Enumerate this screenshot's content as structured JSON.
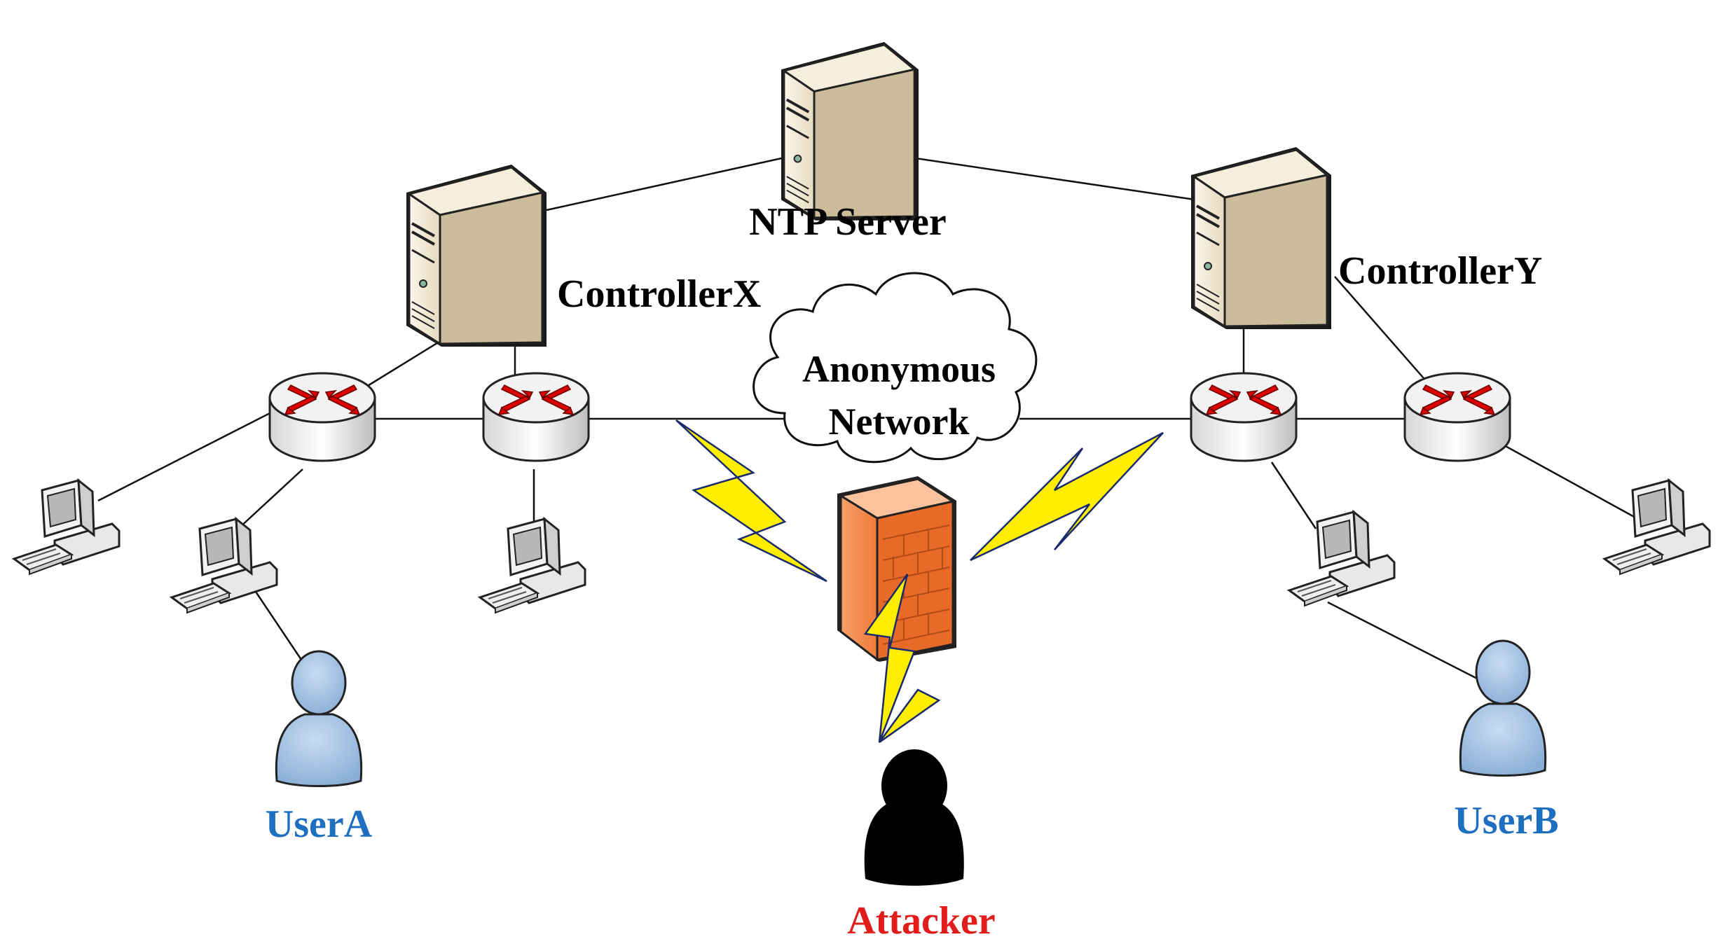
{
  "labels": {
    "ntp_server": "NTP Server",
    "controller_x": "ControllerX",
    "controller_y": "ControllerY",
    "cloud_line1": "Anonymous",
    "cloud_line2": "Network",
    "user_a": "UserA",
    "user_b": "UserB",
    "attacker": "Attacker"
  },
  "colors": {
    "user_label": "#1f6fc0",
    "attacker_label": "#e21b1b",
    "lightning": "#ffee00",
    "firewall": "#f4884a",
    "router_arrows": "#d90000",
    "server_body": "#e9dfc7",
    "user_figure": "#a8c3e3"
  },
  "icons": {
    "server": "server-icon",
    "router": "router-icon",
    "computer": "computer-icon",
    "firewall": "firewall-icon",
    "cloud": "cloud-icon",
    "user": "user-icon",
    "attacker": "attacker-icon",
    "lightning": "lightning-icon"
  }
}
